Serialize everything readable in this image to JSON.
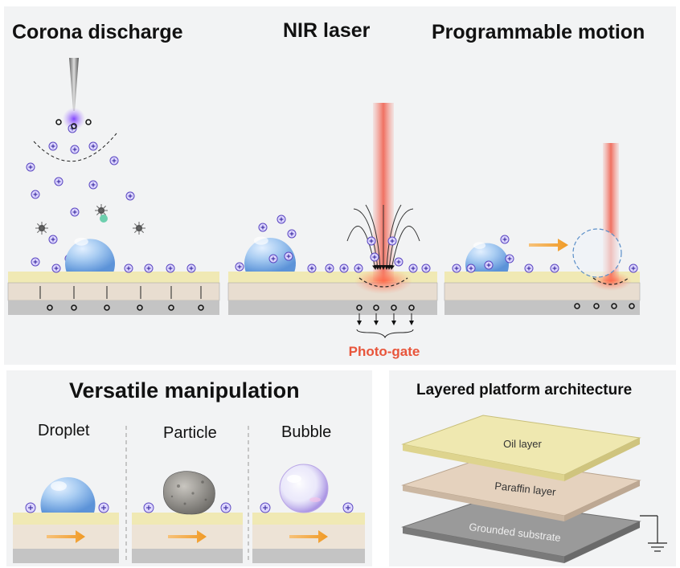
{
  "top": {
    "titles": {
      "corona": "Corona discharge",
      "nir": "NIR laser",
      "motion": "Programmable motion"
    },
    "photo_gate": "Photo-gate"
  },
  "manipulation": {
    "title": "Versatile manipulation",
    "items": [
      {
        "label": "Droplet"
      },
      {
        "label": "Particle"
      },
      {
        "label": "Bubble"
      }
    ]
  },
  "platform": {
    "title": "Layered platform architecture",
    "layers": [
      {
        "label": "Oil layer",
        "color": "#efe8b0"
      },
      {
        "label": "Paraffin layer",
        "color": "#e5d2be"
      },
      {
        "label": "Grounded substrate",
        "color": "#9a9a9a"
      }
    ]
  },
  "colors": {
    "positive_charge": "#6b57c9",
    "laser": "#f06a5a",
    "arrow": "#f0a030",
    "droplet": "#7fb4ea",
    "photo_gate": "#e8553b"
  },
  "icons": [
    "needle-icon",
    "positive-charge-icon",
    "electron-icon",
    "laser-beam-icon",
    "ground-icon",
    "motion-arrow-icon"
  ]
}
